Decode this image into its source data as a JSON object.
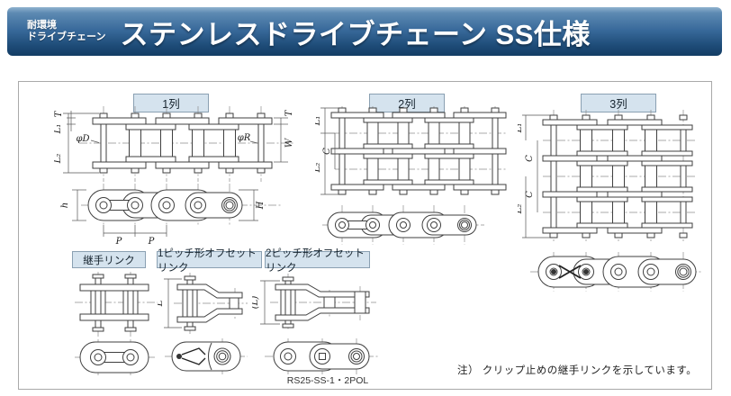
{
  "header": {
    "tag_line1": "耐環境",
    "tag_line2": "ドライブチェーン",
    "title": "ステンレスドライブチェーン SS仕様"
  },
  "captions": {
    "strand1": "1列",
    "strand2": "2列",
    "strand3": "3列",
    "joint_link": "継手リンク",
    "offset_1pitch": "1ピッチ形オフセットリンク",
    "offset_2pitch": "2ピッチ形オフセットリンク"
  },
  "dimensions": {
    "T": "T",
    "L1": "L₁",
    "L2": "L₂",
    "phi_D": "φD",
    "phi_R": "φR",
    "W": "W",
    "h": "h",
    "H": "H",
    "P": "P",
    "C": "C",
    "L": "L",
    "L_paren": "(L)"
  },
  "annotations": {
    "model_code": "RS25-SS-1・2POL",
    "note": "注） クリップ止めの継手リンクを示しています。"
  },
  "colors": {
    "header_gradient_top": "#8fb2cf",
    "header_gradient_bottom": "#133d64",
    "caption_bg": "#d5e3ee",
    "caption_border": "#8aa0b2",
    "drawing_line": "#3f3f3f"
  }
}
